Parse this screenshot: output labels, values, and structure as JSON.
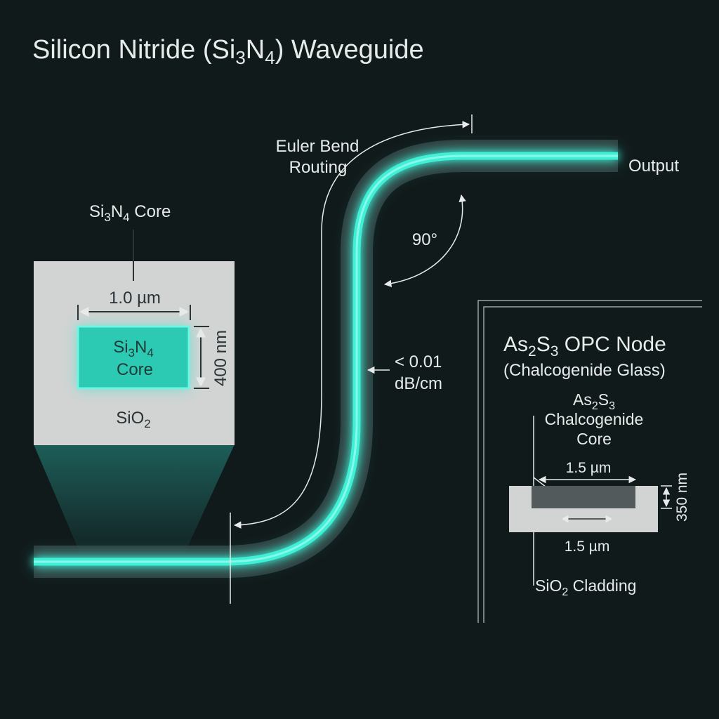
{
  "title": {
    "pre": "Silicon Nitride (Si",
    "sub1": "3",
    "mid": "N",
    "sub2": "4",
    "post": ") Waveguide"
  },
  "cross_section": {
    "top_label": {
      "a": "Si",
      "s1": "3",
      "b": "N",
      "s2": "4",
      "c": " Core"
    },
    "core_label_line1": {
      "a": "Si",
      "s1": "3",
      "b": "N",
      "s2": "4"
    },
    "core_label_line2": "Core",
    "width_dim": "1.0 µm",
    "height_dim": "400 nm",
    "cladding_label": {
      "a": "SiO",
      "s1": "2"
    }
  },
  "routing": {
    "bend_label_line1": "Euler Bend",
    "bend_label_line2": "Routing",
    "angle": "90°",
    "loss_line1": "< 0.01",
    "loss_line2": "dB/cm",
    "output": "Output"
  },
  "opc_node": {
    "title": {
      "a": "As",
      "s1": "2",
      "b": "S",
      "s2": "3",
      "c": " OPC Node"
    },
    "subtitle": "(Chalcogenide Glass)",
    "core_label_line1": {
      "a": "As",
      "s1": "2",
      "b": "S",
      "s2": "3"
    },
    "core_label_line2": "Chalcogenide",
    "core_label_line3": "Core",
    "top_width": "1.5 µm",
    "bottom_width": "1.5 µm",
    "height": "350 nm",
    "cladding_label": {
      "a": "SiO",
      "s1": "2",
      "b": " Cladding"
    }
  },
  "colors": {
    "background": "#111a1b",
    "core_glow": "#2de0c8",
    "cladding": "#d2d4d3",
    "text": "#e6ebea"
  }
}
